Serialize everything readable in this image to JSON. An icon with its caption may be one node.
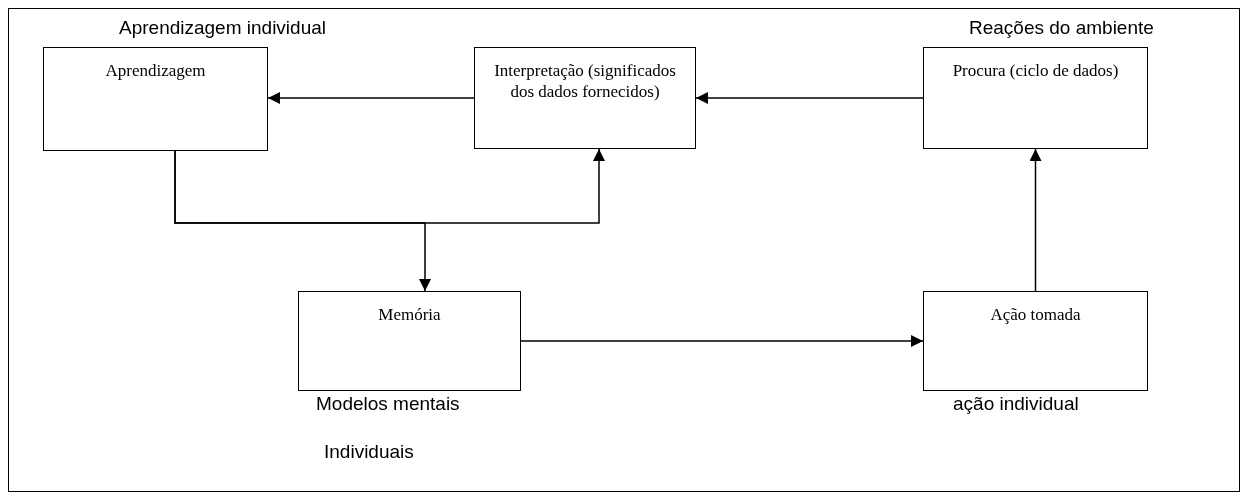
{
  "diagram": {
    "nodes": [
      {
        "text": [
          "Aprendizagem"
        ],
        "beside": [
          "Aprendizagem individual"
        ]
      },
      {
        "text": [
          "Interpretação (significados dos dados fornecidos)"
        ]
      },
      {
        "text": [
          "Procura (ciclo de dados)"
        ],
        "beside": [
          "Reações do ambiente"
        ]
      },
      {
        "text": [
          "Memória"
        ],
        "beside": [
          "Modelos mentais",
          "Individuais"
        ]
      },
      {
        "text": [
          "Ação tomada"
        ],
        "beside": [
          "ação individual"
        ]
      }
    ],
    "edges": [
      {
        "from": 1,
        "to": 0,
        "arrow": "to"
      },
      {
        "from": 2,
        "to": 1,
        "arrow": "to"
      },
      {
        "from": 3,
        "to": 4,
        "arrow": "to"
      },
      {
        "from": 4,
        "to": 2,
        "arrow": "to"
      },
      {
        "from": 0,
        "to": 1,
        "arrow": "to"
      },
      {
        "from": 0,
        "to": 3,
        "arrow": "to"
      }
    ]
  }
}
